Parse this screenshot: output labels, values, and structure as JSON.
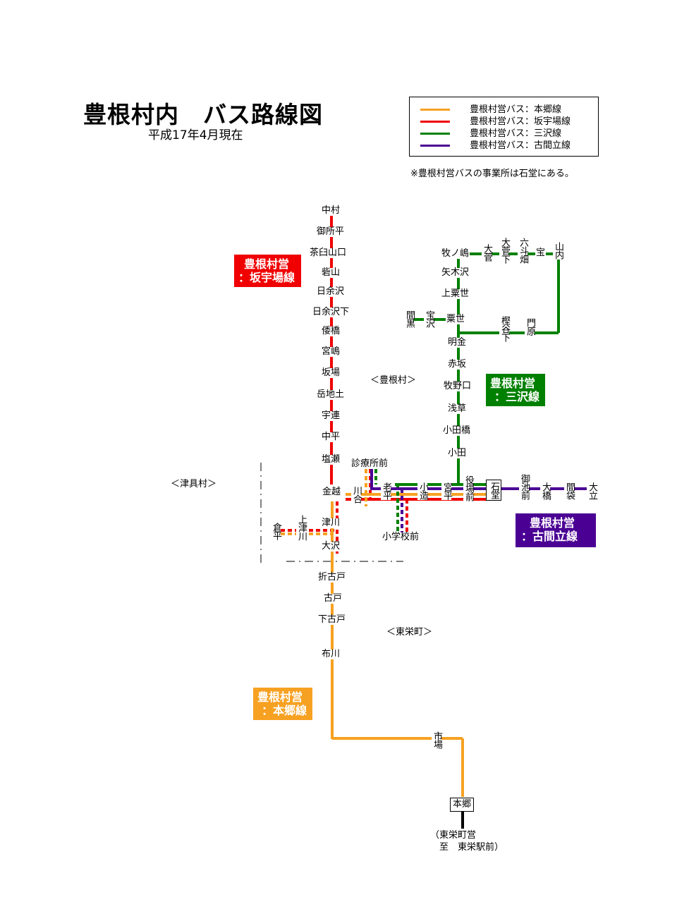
{
  "header": {
    "title": "豊根村内　バス路線図",
    "subtitle": "平成17年4月現在"
  },
  "legend": {
    "items": [
      {
        "label": "豊根村営バス：本郷線",
        "color": "#f7a122"
      },
      {
        "label": "豊根村営バス：坂宇場線",
        "color": "#f00000"
      },
      {
        "label": "豊根村営バス：三沢線",
        "color": "#008000"
      },
      {
        "label": "豊根村営バス：古間立線",
        "color": "#4b0094"
      }
    ],
    "note": "※豊根村営バスの事業所は石堂にある。"
  },
  "colors": {
    "hongo": "#f7a122",
    "sakauba": "#f00000",
    "misawa": "#008000",
    "furumadate": "#4b0094",
    "background": "#ffffff"
  },
  "badges": {
    "sakauba": {
      "line1": "豊根村営",
      "line2": "：坂宇場線"
    },
    "misawa": {
      "line1": "豊根村営",
      "line2": "：三沢線"
    },
    "furumadate": {
      "line1": "豊根村営",
      "line2": "：古間立線"
    },
    "hongo": {
      "line1": "豊根村営",
      "line2": "：本郷線"
    }
  },
  "regions": {
    "toyone": "＜豊根村＞",
    "tsugu": "＜津具村＞",
    "toei": "＜東栄町＞"
  },
  "stops": {
    "sakauba": [
      "中村",
      "御所平",
      "茶臼山口",
      "砦山",
      "日余沢",
      "日余沢下",
      "倭橋",
      "宮嶋",
      "坂場",
      "岳地土",
      "宇連",
      "中平",
      "塩瀬"
    ],
    "misawa_trunk": [
      "牧ノ嶋",
      "矢木沢",
      "上粟世",
      "粟世",
      "明金",
      "赤坂",
      "牧野口",
      "浅草",
      "小田橋",
      "小田"
    ],
    "misawa_upper": [
      "大菅",
      "大菅下",
      "六斗畑",
      "宝",
      "山内"
    ],
    "misawa_loop": [
      "樫谷下",
      "門原"
    ],
    "misawa_west": [
      "間黒",
      "宝沢"
    ],
    "main_corridor": [
      "金越",
      "川合",
      "診療所前",
      "老平",
      "小造",
      "宮平",
      "役場前",
      "石堂"
    ],
    "furumadate_east": [
      "御池前",
      "大橋",
      "間袋",
      "大立"
    ],
    "school": "小学校前",
    "tsugawa": [
      "津川",
      "大沢",
      "上津川",
      "倉平"
    ],
    "hongo": [
      "折古戸",
      "古戸",
      "下古戸",
      "布川",
      "市場",
      "本郷"
    ]
  },
  "destination": {
    "line1": "（東栄町営",
    "line2": "　至　東栄駅前）"
  }
}
